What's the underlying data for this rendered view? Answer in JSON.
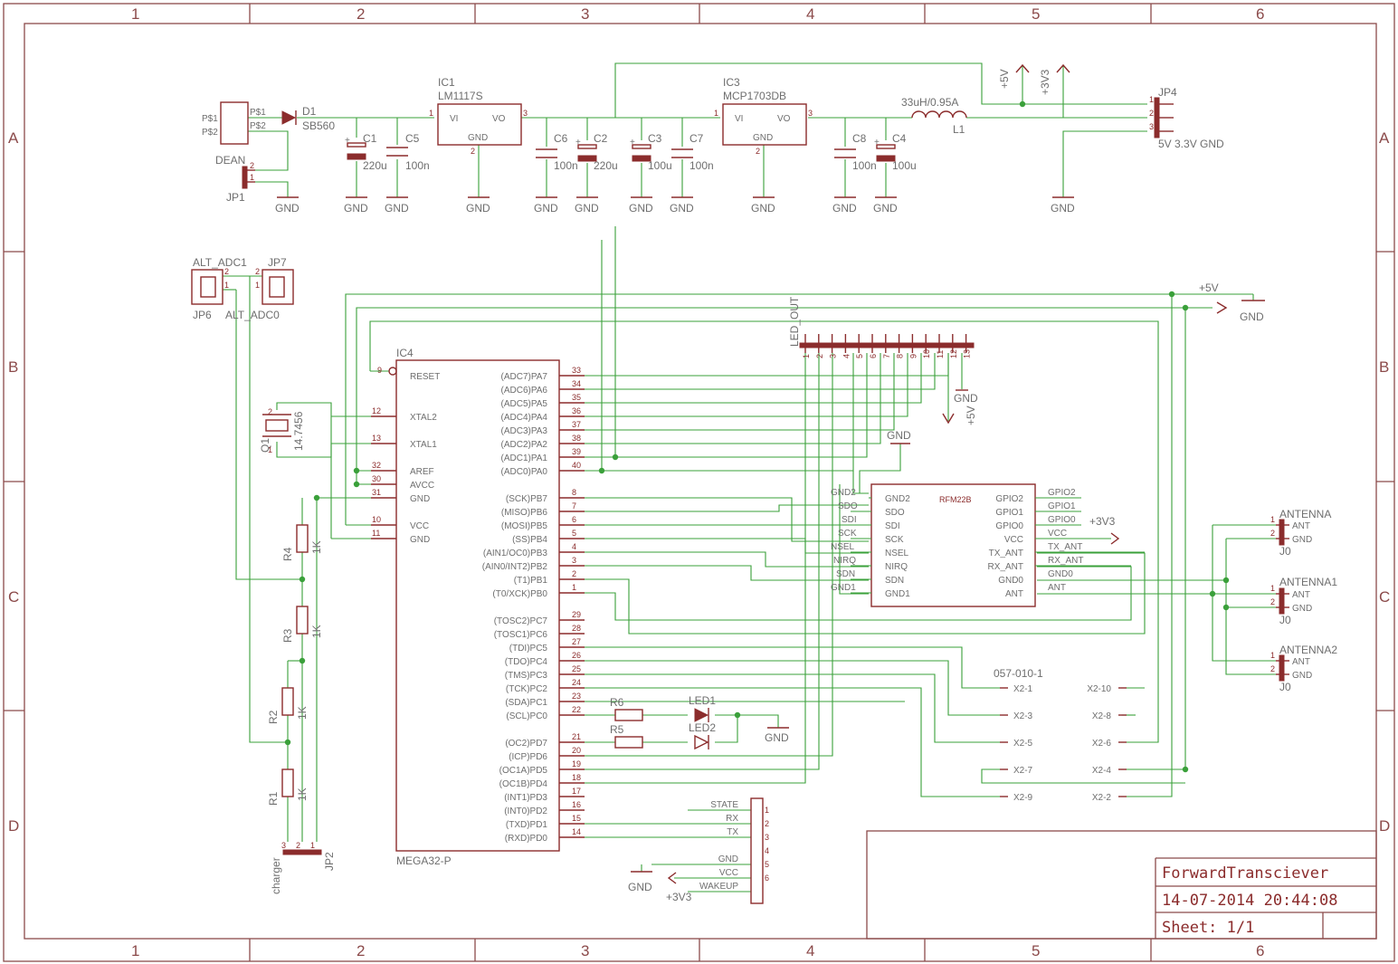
{
  "frame": {
    "columns": [
      "1",
      "2",
      "3",
      "4",
      "5",
      "6"
    ],
    "rows": [
      "A",
      "B",
      "C",
      "D"
    ]
  },
  "title_block": {
    "name": "ForwardTransciever",
    "datetime": "14-07-2014 20:44:08",
    "sheet": "Sheet: 1/1"
  },
  "labels": {
    "gnd": "GND",
    "p5v": "+5V",
    "p3v3": "+3V3",
    "ps1": "P$1",
    "ps2": "P$2",
    "pin1": "1",
    "pin2": "2",
    "pin3": "3",
    "d1": "D1",
    "sb560": "SB560",
    "dean": "DEAN",
    "jp1": "JP1",
    "ic1": "IC1",
    "lm1117s": "LM1117S",
    "ic3": "IC3",
    "mcp1703db": "MCP1703DB",
    "vi": "VI",
    "vo": "VO",
    "c1": "C1",
    "c2": "C2",
    "c3": "C3",
    "c4": "C4",
    "c5": "C5",
    "c6": "C6",
    "c7": "C7",
    "c8": "C8",
    "v220u": "220u",
    "v100n": "100n",
    "v100u": "100u",
    "l1": "L1",
    "l1val": "33uH/0.95A",
    "jp4": "JP4",
    "jp4val": "5V 3.3V GND",
    "alt_adc1": "ALT_ADC1",
    "alt_adc0": "ALT_ADC0",
    "jp6": "JP6",
    "jp7": "JP7",
    "led_out": "LED_OUT",
    "ic4": "IC4",
    "mega32": "MEGA32-P",
    "reset": "RESET",
    "xtal2": "XTAL2",
    "xtal1": "XTAL1",
    "aref": "AREF",
    "avcc": "AVCC",
    "vcc": "VCC",
    "q1": "Q1",
    "q1val": "14.7456",
    "rfm": "RFM22B",
    "gnd2": "GND2",
    "sdo": "SDO",
    "sdi": "SDI",
    "sck": "SCK",
    "nsel": "NSEL",
    "nirq": "NIRQ",
    "sdn": "SDN",
    "gnd1": "GND1",
    "gpio2": "GPIO2",
    "gpio1": "GPIO1",
    "gpio0": "GPIO0",
    "tx_ant": "TX_ANT",
    "rx_ant": "RX_ANT",
    "gnd0": "GND0",
    "ant": "ANT",
    "antenna": "ANTENNA",
    "antenna1": "ANTENNA1",
    "antenna2": "ANTENNA2",
    "j0": "J0",
    "r1": "R1",
    "r2": "R2",
    "r3": "R3",
    "r4": "R4",
    "v1k": "1K",
    "charger": "charger",
    "jp2": "JP2",
    "r5": "R5",
    "r6": "R6",
    "led1": "LED1",
    "led2": "LED2",
    "conn057": "057-010-1",
    "state": "STATE",
    "rx": "RX",
    "tx": "TX",
    "wakeup": "WAKEUP"
  },
  "mcu_left_pins": [
    {
      "num": "9",
      "name": "RESET"
    },
    {
      "num": "12",
      "name": "XTAL2"
    },
    {
      "num": "13",
      "name": "XTAL1"
    },
    {
      "num": "32",
      "name": "AREF"
    },
    {
      "num": "30",
      "name": "AVCC"
    },
    {
      "num": "31",
      "name": "GND"
    },
    {
      "num": "10",
      "name": "VCC"
    },
    {
      "num": "11",
      "name": "GND"
    }
  ],
  "mcu_right_pins": [
    {
      "num": "33",
      "name": "(ADC7)PA7"
    },
    {
      "num": "34",
      "name": "(ADC6)PA6"
    },
    {
      "num": "35",
      "name": "(ADC5)PA5"
    },
    {
      "num": "36",
      "name": "(ADC4)PA4"
    },
    {
      "num": "37",
      "name": "(ADC3)PA3"
    },
    {
      "num": "38",
      "name": "(ADC2)PA2"
    },
    {
      "num": "39",
      "name": "(ADC1)PA1"
    },
    {
      "num": "40",
      "name": "(ADC0)PA0"
    },
    {
      "num": "8",
      "name": "(SCK)PB7"
    },
    {
      "num": "7",
      "name": "(MISO)PB6"
    },
    {
      "num": "6",
      "name": "(MOSI)PB5"
    },
    {
      "num": "5",
      "name": "(SS)PB4"
    },
    {
      "num": "4",
      "name": "(AIN1/OC0)PB3"
    },
    {
      "num": "3",
      "name": "(AIN0/INT2)PB2"
    },
    {
      "num": "2",
      "name": "(T1)PB1"
    },
    {
      "num": "1",
      "name": "(T0/XCK)PB0"
    },
    {
      "num": "29",
      "name": "(TOSC2)PC7"
    },
    {
      "num": "28",
      "name": "(TOSC1)PC6"
    },
    {
      "num": "27",
      "name": "(TDI)PC5"
    },
    {
      "num": "26",
      "name": "(TDO)PC4"
    },
    {
      "num": "25",
      "name": "(TMS)PC3"
    },
    {
      "num": "24",
      "name": "(TCK)PC2"
    },
    {
      "num": "23",
      "name": "(SDA)PC1"
    },
    {
      "num": "22",
      "name": "(SCL)PC0"
    },
    {
      "num": "21",
      "name": "(OC2)PD7"
    },
    {
      "num": "20",
      "name": "(ICP)PD6"
    },
    {
      "num": "19",
      "name": "(OC1A)PD5"
    },
    {
      "num": "18",
      "name": "(OC1B)PD4"
    },
    {
      "num": "17",
      "name": "(INT1)PD3"
    },
    {
      "num": "16",
      "name": "(INT0)PD2"
    },
    {
      "num": "15",
      "name": "(TXD)PD1"
    },
    {
      "num": "14",
      "name": "(RXD)PD0"
    }
  ],
  "led_out_pins": [
    "1",
    "2",
    "3",
    "4",
    "5",
    "6",
    "7",
    "8",
    "9",
    "10",
    "11",
    "12",
    "13"
  ],
  "x2_left": [
    "X2-1",
    "X2-3",
    "X2-5",
    "X2-7",
    "X2-9"
  ],
  "x2_right": [
    "X2-10",
    "X2-8",
    "X2-6",
    "X2-4",
    "X2-2"
  ],
  "serial_pins": [
    "1",
    "2",
    "3",
    "4",
    "5",
    "6"
  ]
}
